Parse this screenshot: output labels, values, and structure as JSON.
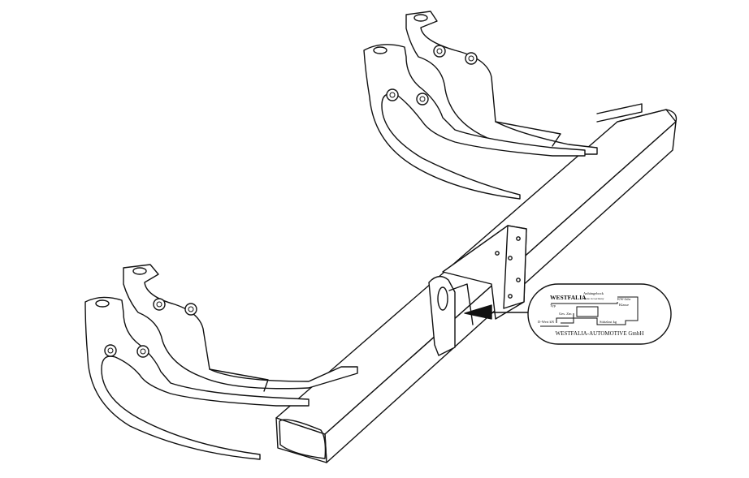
{
  "plate": {
    "brand": "WESTFALIA",
    "title": "Anhängebock",
    "subtitle": "Made in Germany",
    "typ_label": "Typ",
    "kw_label": "KW-Jahr",
    "klasse_label": "Klasse",
    "ges_label": "Ges. Zm",
    "dwert_label": "D-Wert kN",
    "stutzlast_label": "Stützlast kg",
    "footer": "WESTFALIA-AUTOMOTIVE GmbH"
  },
  "colors": {
    "line": "#111111",
    "background": "#ffffff"
  }
}
